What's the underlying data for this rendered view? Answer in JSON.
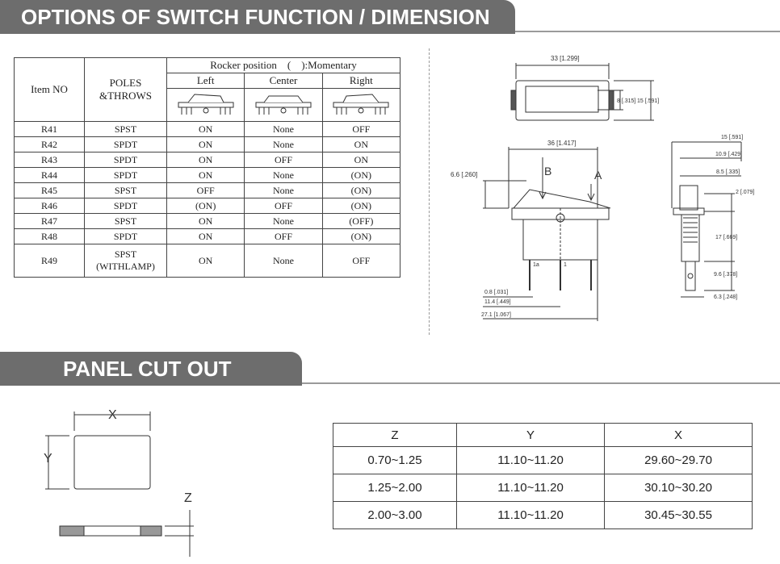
{
  "headers": {
    "options_title": "OPTIONS OF SWITCH FUNCTION / DIMENSION",
    "panel_title": "PANEL CUT OUT"
  },
  "options_table": {
    "col_item": "Item NO",
    "col_poles_1": "POLES",
    "col_poles_2": "&THROWS",
    "rocker_label": "Rocker position    (    ):Momentary",
    "pos_left": "Left",
    "pos_center": "Center",
    "pos_right": "Right",
    "rows": [
      {
        "item": "R41",
        "poles": "SPST",
        "left": "ON",
        "center": "None",
        "right": "OFF"
      },
      {
        "item": "R42",
        "poles": "SPDT",
        "left": "ON",
        "center": "None",
        "right": "ON"
      },
      {
        "item": "R43",
        "poles": "SPDT",
        "left": "ON",
        "center": "OFF",
        "right": "ON"
      },
      {
        "item": "R44",
        "poles": "SPDT",
        "left": "ON",
        "center": "None",
        "right": "(ON)"
      },
      {
        "item": "R45",
        "poles": "SPST",
        "left": "OFF",
        "center": "None",
        "right": "(ON)"
      },
      {
        "item": "R46",
        "poles": "SPDT",
        "left": "(ON)",
        "center": "OFF",
        "right": "(ON)"
      },
      {
        "item": "R47",
        "poles": "SPST",
        "left": "ON",
        "center": "None",
        "right": "(OFF)"
      },
      {
        "item": "R48",
        "poles": "SPDT",
        "left": "ON",
        "center": "OFF",
        "right": "(ON)"
      }
    ],
    "row_r49": {
      "item": "R49",
      "poles_1": "SPST",
      "poles_2": "(WITHLAMP)",
      "left": "ON",
      "center": "None",
      "right": "OFF"
    }
  },
  "dimensions": {
    "top_width": "33 [1.299]",
    "top_height_a": "8 [.315]",
    "top_height_b": "15 [.591]",
    "body_width": "36 [1.417]",
    "rocker_offset": "6.6 [.260]",
    "label_a": "A",
    "label_b": "B",
    "pin_thk": "0.8 [.031]",
    "pin_pitch": "11.4 [.449]",
    "pin_span": "27.1 [1.067]",
    "pin_1a": "1a",
    "pin_1": "1",
    "side_w1": "15 [.591]",
    "side_w2": "10.9 [.429]",
    "side_w3": "8.5 [.335]",
    "side_h1": "2 [.079]",
    "side_h2": "17 [.669]",
    "side_h3": "9.6 [.378]",
    "side_w4": "6.3 [.248]"
  },
  "cutout": {
    "label_x": "X",
    "label_y": "Y",
    "label_z": "Z",
    "table": {
      "headers": [
        "Z",
        "Y",
        "X"
      ],
      "rows": [
        [
          "0.70~1.25",
          "11.10~11.20",
          "29.60~29.70"
        ],
        [
          "1.25~2.00",
          "11.10~11.20",
          "30.10~30.20"
        ],
        [
          "2.00~3.00",
          "11.10~11.20",
          "30.45~30.55"
        ]
      ]
    }
  }
}
